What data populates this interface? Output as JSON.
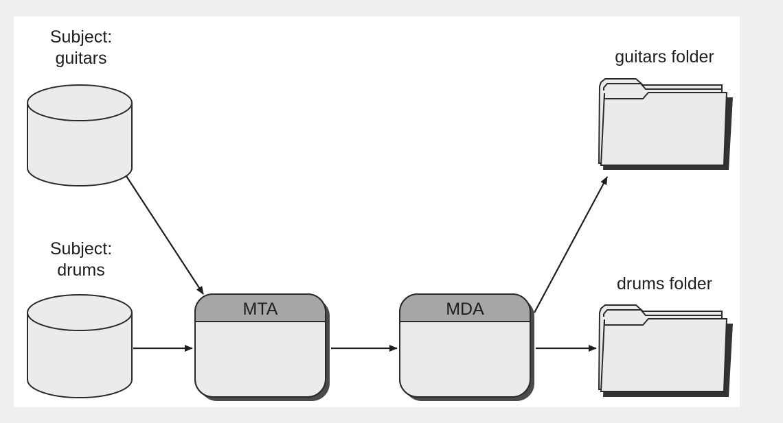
{
  "sources": [
    {
      "line1": "Subject:",
      "line2": "guitars"
    },
    {
      "line1": "Subject:",
      "line2": "drums"
    }
  ],
  "agents": [
    {
      "label": "MTA"
    },
    {
      "label": "MDA"
    }
  ],
  "folders": [
    {
      "label": "guitars folder"
    },
    {
      "label": "drums folder"
    }
  ]
}
